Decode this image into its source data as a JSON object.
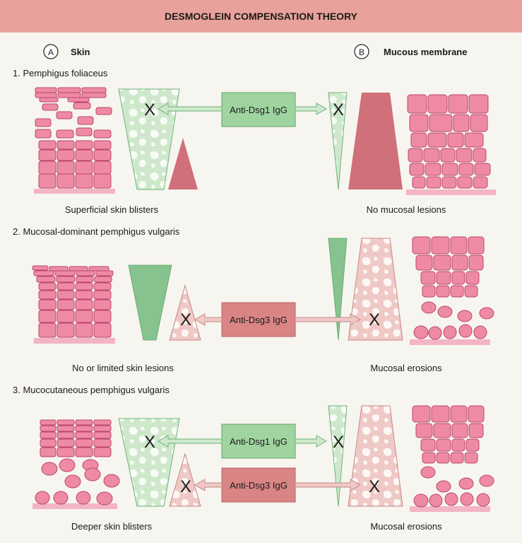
{
  "title": "DESMOGLEIN COMPENSATION THEORY",
  "columns": {
    "a": {
      "letter": "A",
      "label": "Skin"
    },
    "b": {
      "letter": "B",
      "label": "Mucous membrane"
    }
  },
  "panels": [
    {
      "heading": "1. Pemphigus foliaceus",
      "skin_caption": "Superficial skin blisters",
      "mucosa_caption": "No mucosal lesions",
      "antibodies": [
        "Anti-Dsg1 IgG"
      ]
    },
    {
      "heading": "2. Mucosal-dominant pemphigus vulgaris",
      "skin_caption": "No or limited skin lesions",
      "mucosa_caption": "Mucosal erosions",
      "antibodies": [
        "Anti-Dsg3 IgG"
      ]
    },
    {
      "heading": "3. Mucocutaneous pemphigus vulgaris",
      "skin_caption": "Deeper skin blisters",
      "mucosa_caption": "Mucosal erosions",
      "antibodies": [
        "Anti-Dsg1 IgG",
        "Anti-Dsg3 IgG"
      ]
    }
  ],
  "block_mark": "X",
  "colors": {
    "header_bg": "#e9a29b",
    "background": "#f7f5ef",
    "cell_fill": "#ef8aa5",
    "cell_stroke": "#b8466a",
    "basement": "#f3b4c4",
    "dsg1_green": "#86c38f",
    "dsg1_green_light": "#cfe8cb",
    "dsg3_red": "#d0707a",
    "dsg3_red_light": "#efc9c5",
    "antibody_green_box": "#9fd4a0",
    "antibody_red_box": "#d98585"
  }
}
